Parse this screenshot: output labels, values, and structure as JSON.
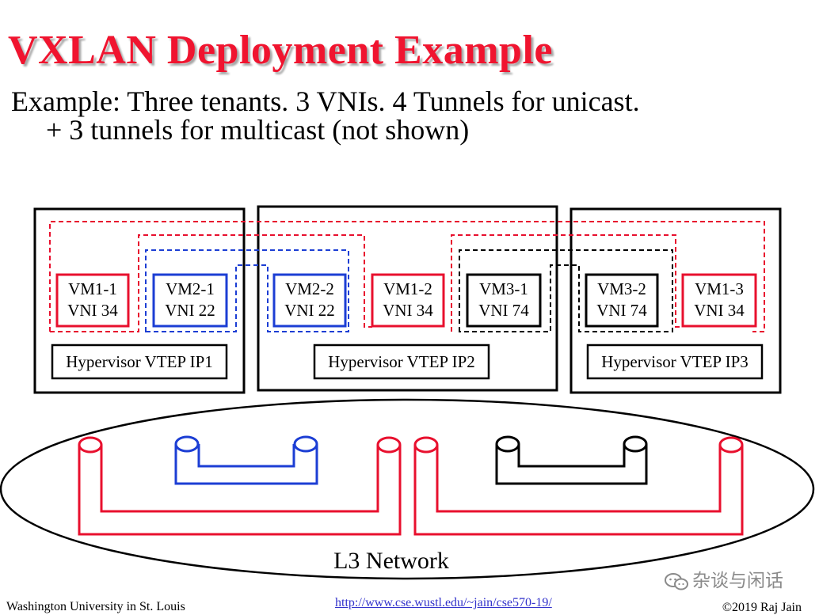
{
  "title": "VXLAN Deployment Example",
  "subtitle_line1": "Example: Three tenants. 3 VNIs.  4 Tunnels for unicast.",
  "subtitle_line2": "+ 3 tunnels for multicast (not shown)",
  "colors": {
    "title": "#f0142f",
    "tenant_red": "#e8102e",
    "tenant_blue": "#1c3ed4",
    "tenant_black": "#000000"
  },
  "vms": [
    {
      "name": "VM1-1",
      "vni": "VNI 34",
      "tenant": "red"
    },
    {
      "name": "VM2-1",
      "vni": "VNI 22",
      "tenant": "blue"
    },
    {
      "name": "VM2-2",
      "vni": "VNI 22",
      "tenant": "blue"
    },
    {
      "name": "VM1-2",
      "vni": "VNI 34",
      "tenant": "red"
    },
    {
      "name": "VM3-1",
      "vni": "VNI 74",
      "tenant": "black"
    },
    {
      "name": "VM3-2",
      "vni": "VNI 74",
      "tenant": "black"
    },
    {
      "name": "VM1-3",
      "vni": "VNI 34",
      "tenant": "red"
    }
  ],
  "hypervisors": [
    {
      "label": "Hypervisor VTEP IP1"
    },
    {
      "label": "Hypervisor VTEP IP2"
    },
    {
      "label": "Hypervisor VTEP IP3"
    }
  ],
  "network_label": "L3 Network",
  "footer": {
    "left": "Washington University in St. Louis",
    "link": "http://www.cse.wustl.edu/~jain/cse570-19/",
    "right": "©2019 Raj Jain"
  },
  "watermark": "杂谈与闲话"
}
